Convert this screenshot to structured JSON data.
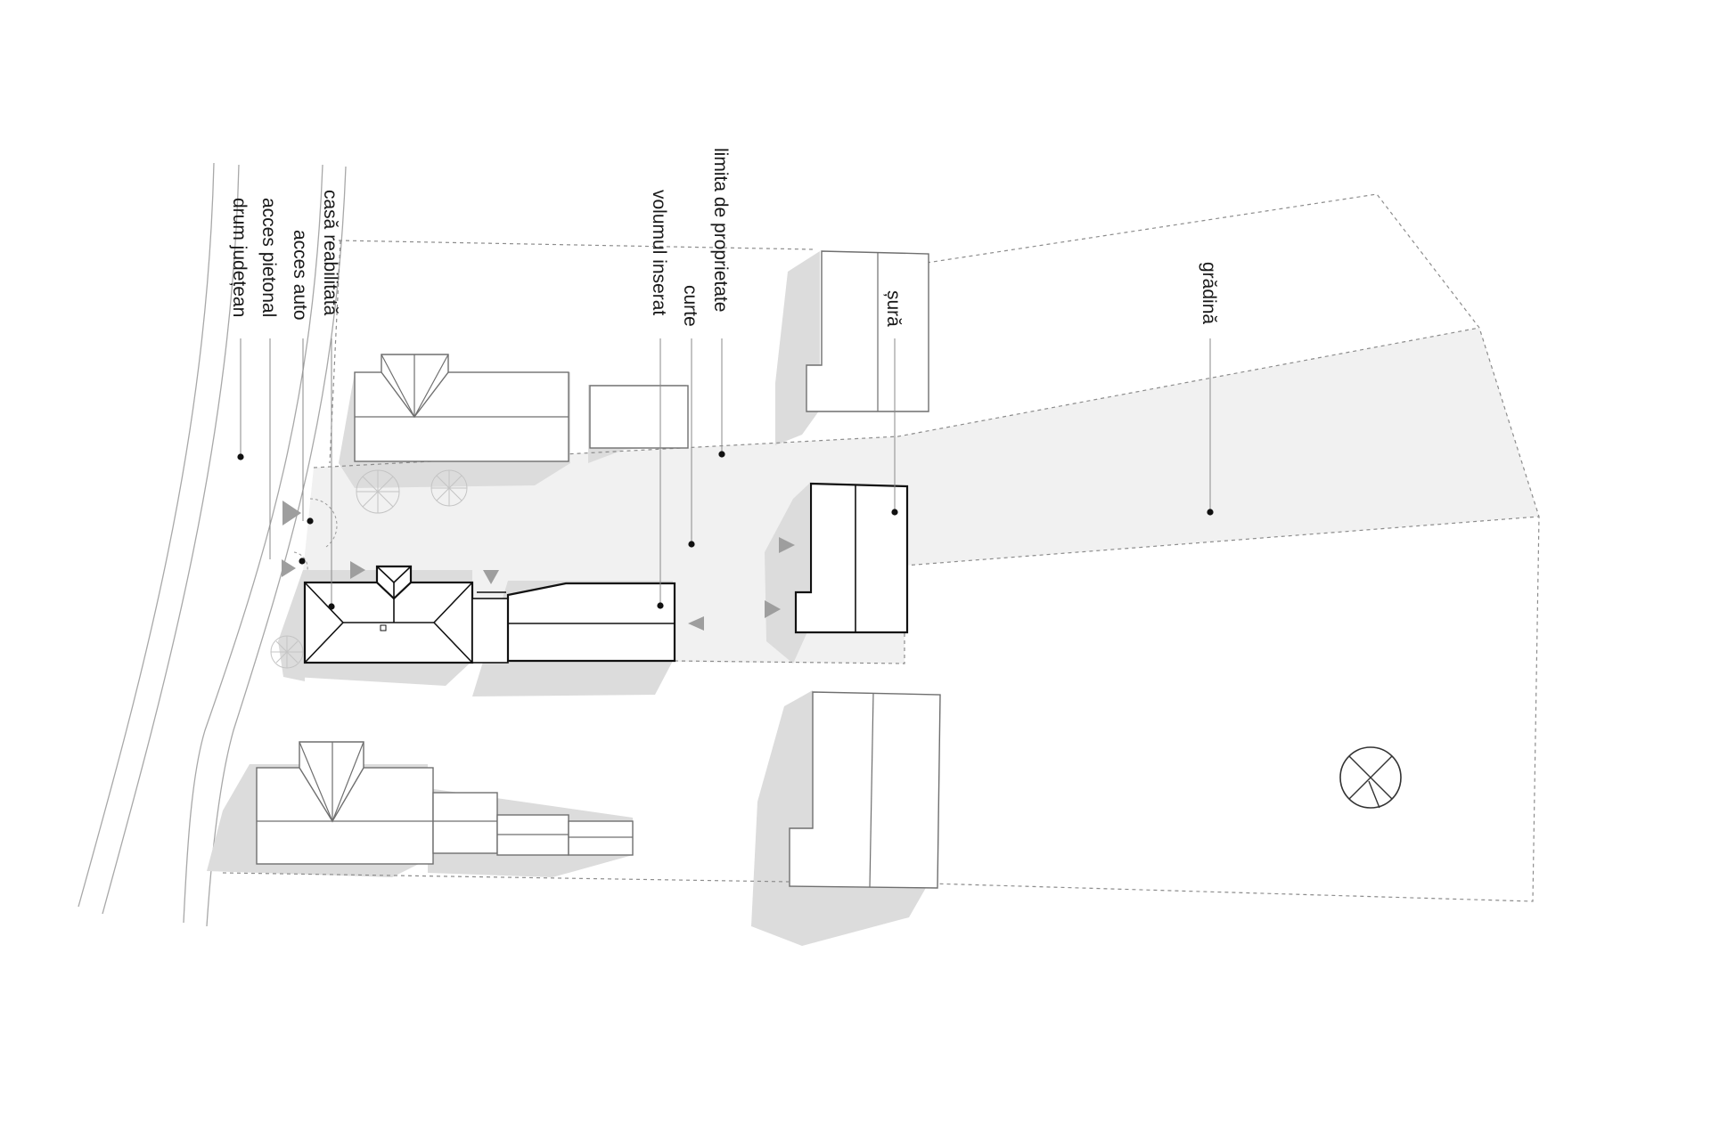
{
  "labels": {
    "drum_judetean": "drum județean",
    "acces_pietonal": "acces pietonal",
    "acces_auto": "acces auto",
    "casa_reabilitata": "casă reabilitată",
    "volumul_inserat": "volumul inserat",
    "curte": "curte",
    "limita_de_proprietate": "limita de proprietate",
    "sura": "șură",
    "gradina": "grădină"
  },
  "colors": {
    "yard_fill": "#f1f1f1",
    "shadow": "#dcdcdc",
    "main_outline": "#111111",
    "secondary_outline": "#6f6f6f",
    "property_line": "#8c8c8c",
    "arrow": "#9e9e9e"
  }
}
